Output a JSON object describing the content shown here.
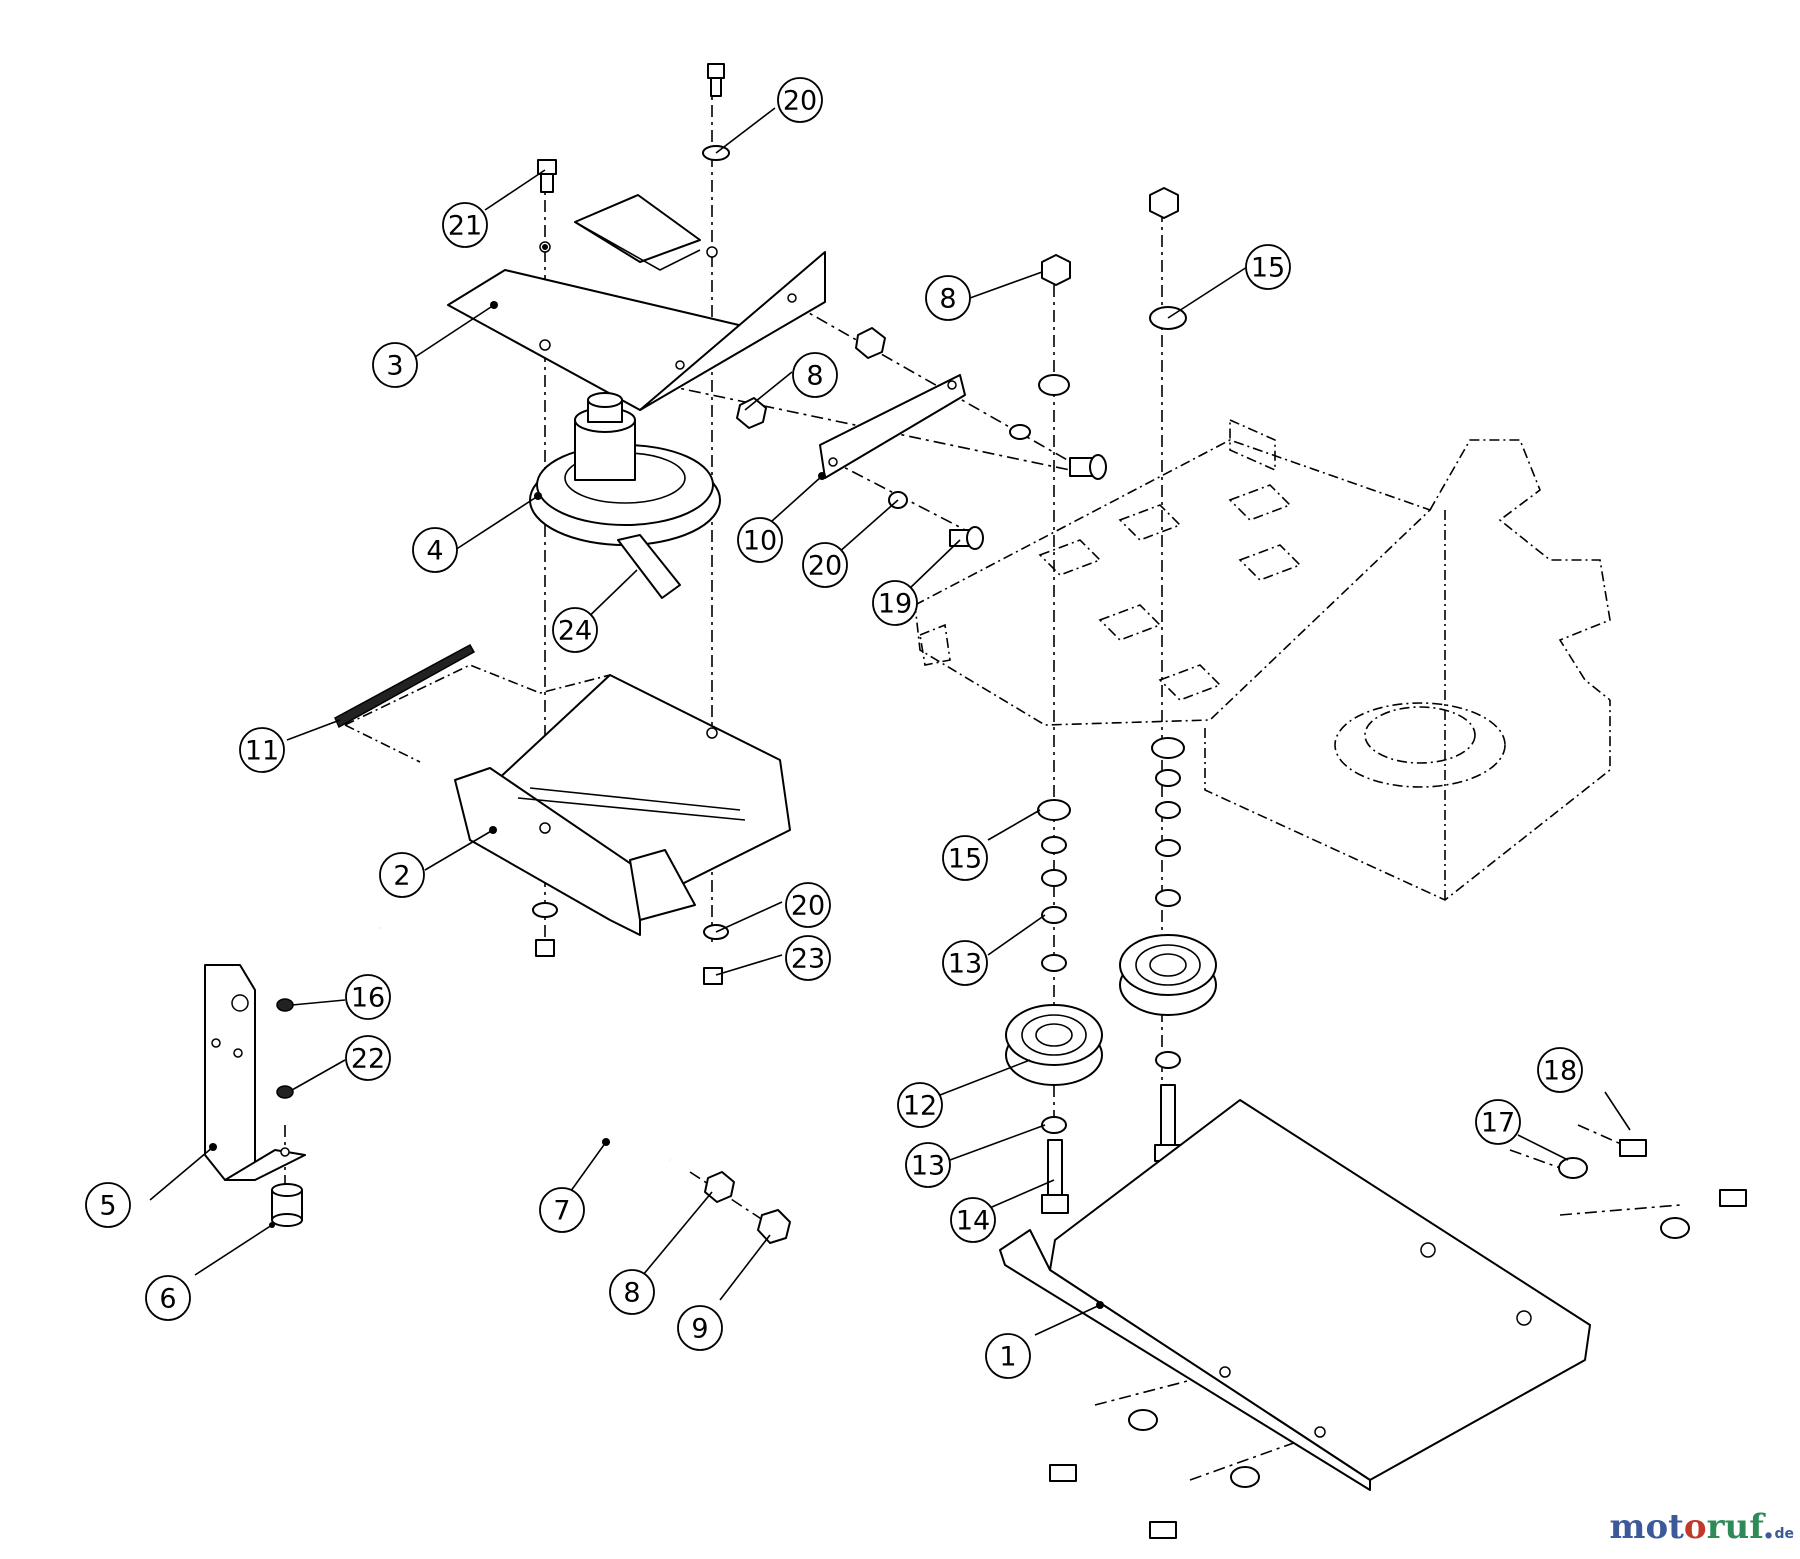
{
  "diagram": {
    "callouts": [
      {
        "id": "c20a",
        "label": "20"
      },
      {
        "id": "c21",
        "label": "21"
      },
      {
        "id": "c3",
        "label": "3"
      },
      {
        "id": "c8a",
        "label": "8"
      },
      {
        "id": "c15a",
        "label": "15"
      },
      {
        "id": "c8b",
        "label": "8"
      },
      {
        "id": "c4",
        "label": "4"
      },
      {
        "id": "c10",
        "label": "10"
      },
      {
        "id": "c20b",
        "label": "20"
      },
      {
        "id": "c19",
        "label": "19"
      },
      {
        "id": "c24",
        "label": "24"
      },
      {
        "id": "c11",
        "label": "11"
      },
      {
        "id": "c2",
        "label": "2"
      },
      {
        "id": "c15b",
        "label": "15"
      },
      {
        "id": "c20c",
        "label": "20"
      },
      {
        "id": "c23",
        "label": "23"
      },
      {
        "id": "c13a",
        "label": "13"
      },
      {
        "id": "c16",
        "label": "16"
      },
      {
        "id": "c22",
        "label": "22"
      },
      {
        "id": "c18",
        "label": "18"
      },
      {
        "id": "c17",
        "label": "17"
      },
      {
        "id": "c12",
        "label": "12"
      },
      {
        "id": "c13b",
        "label": "13"
      },
      {
        "id": "c5",
        "label": "5"
      },
      {
        "id": "c7",
        "label": "7"
      },
      {
        "id": "c14",
        "label": "14"
      },
      {
        "id": "c8c",
        "label": "8"
      },
      {
        "id": "c6",
        "label": "6"
      },
      {
        "id": "c9",
        "label": "9"
      },
      {
        "id": "c1",
        "label": "1"
      }
    ]
  },
  "watermark": {
    "part1": "mot",
    "part2": "o",
    "part3": "ruf",
    "part4": ".",
    "part5": "de"
  }
}
